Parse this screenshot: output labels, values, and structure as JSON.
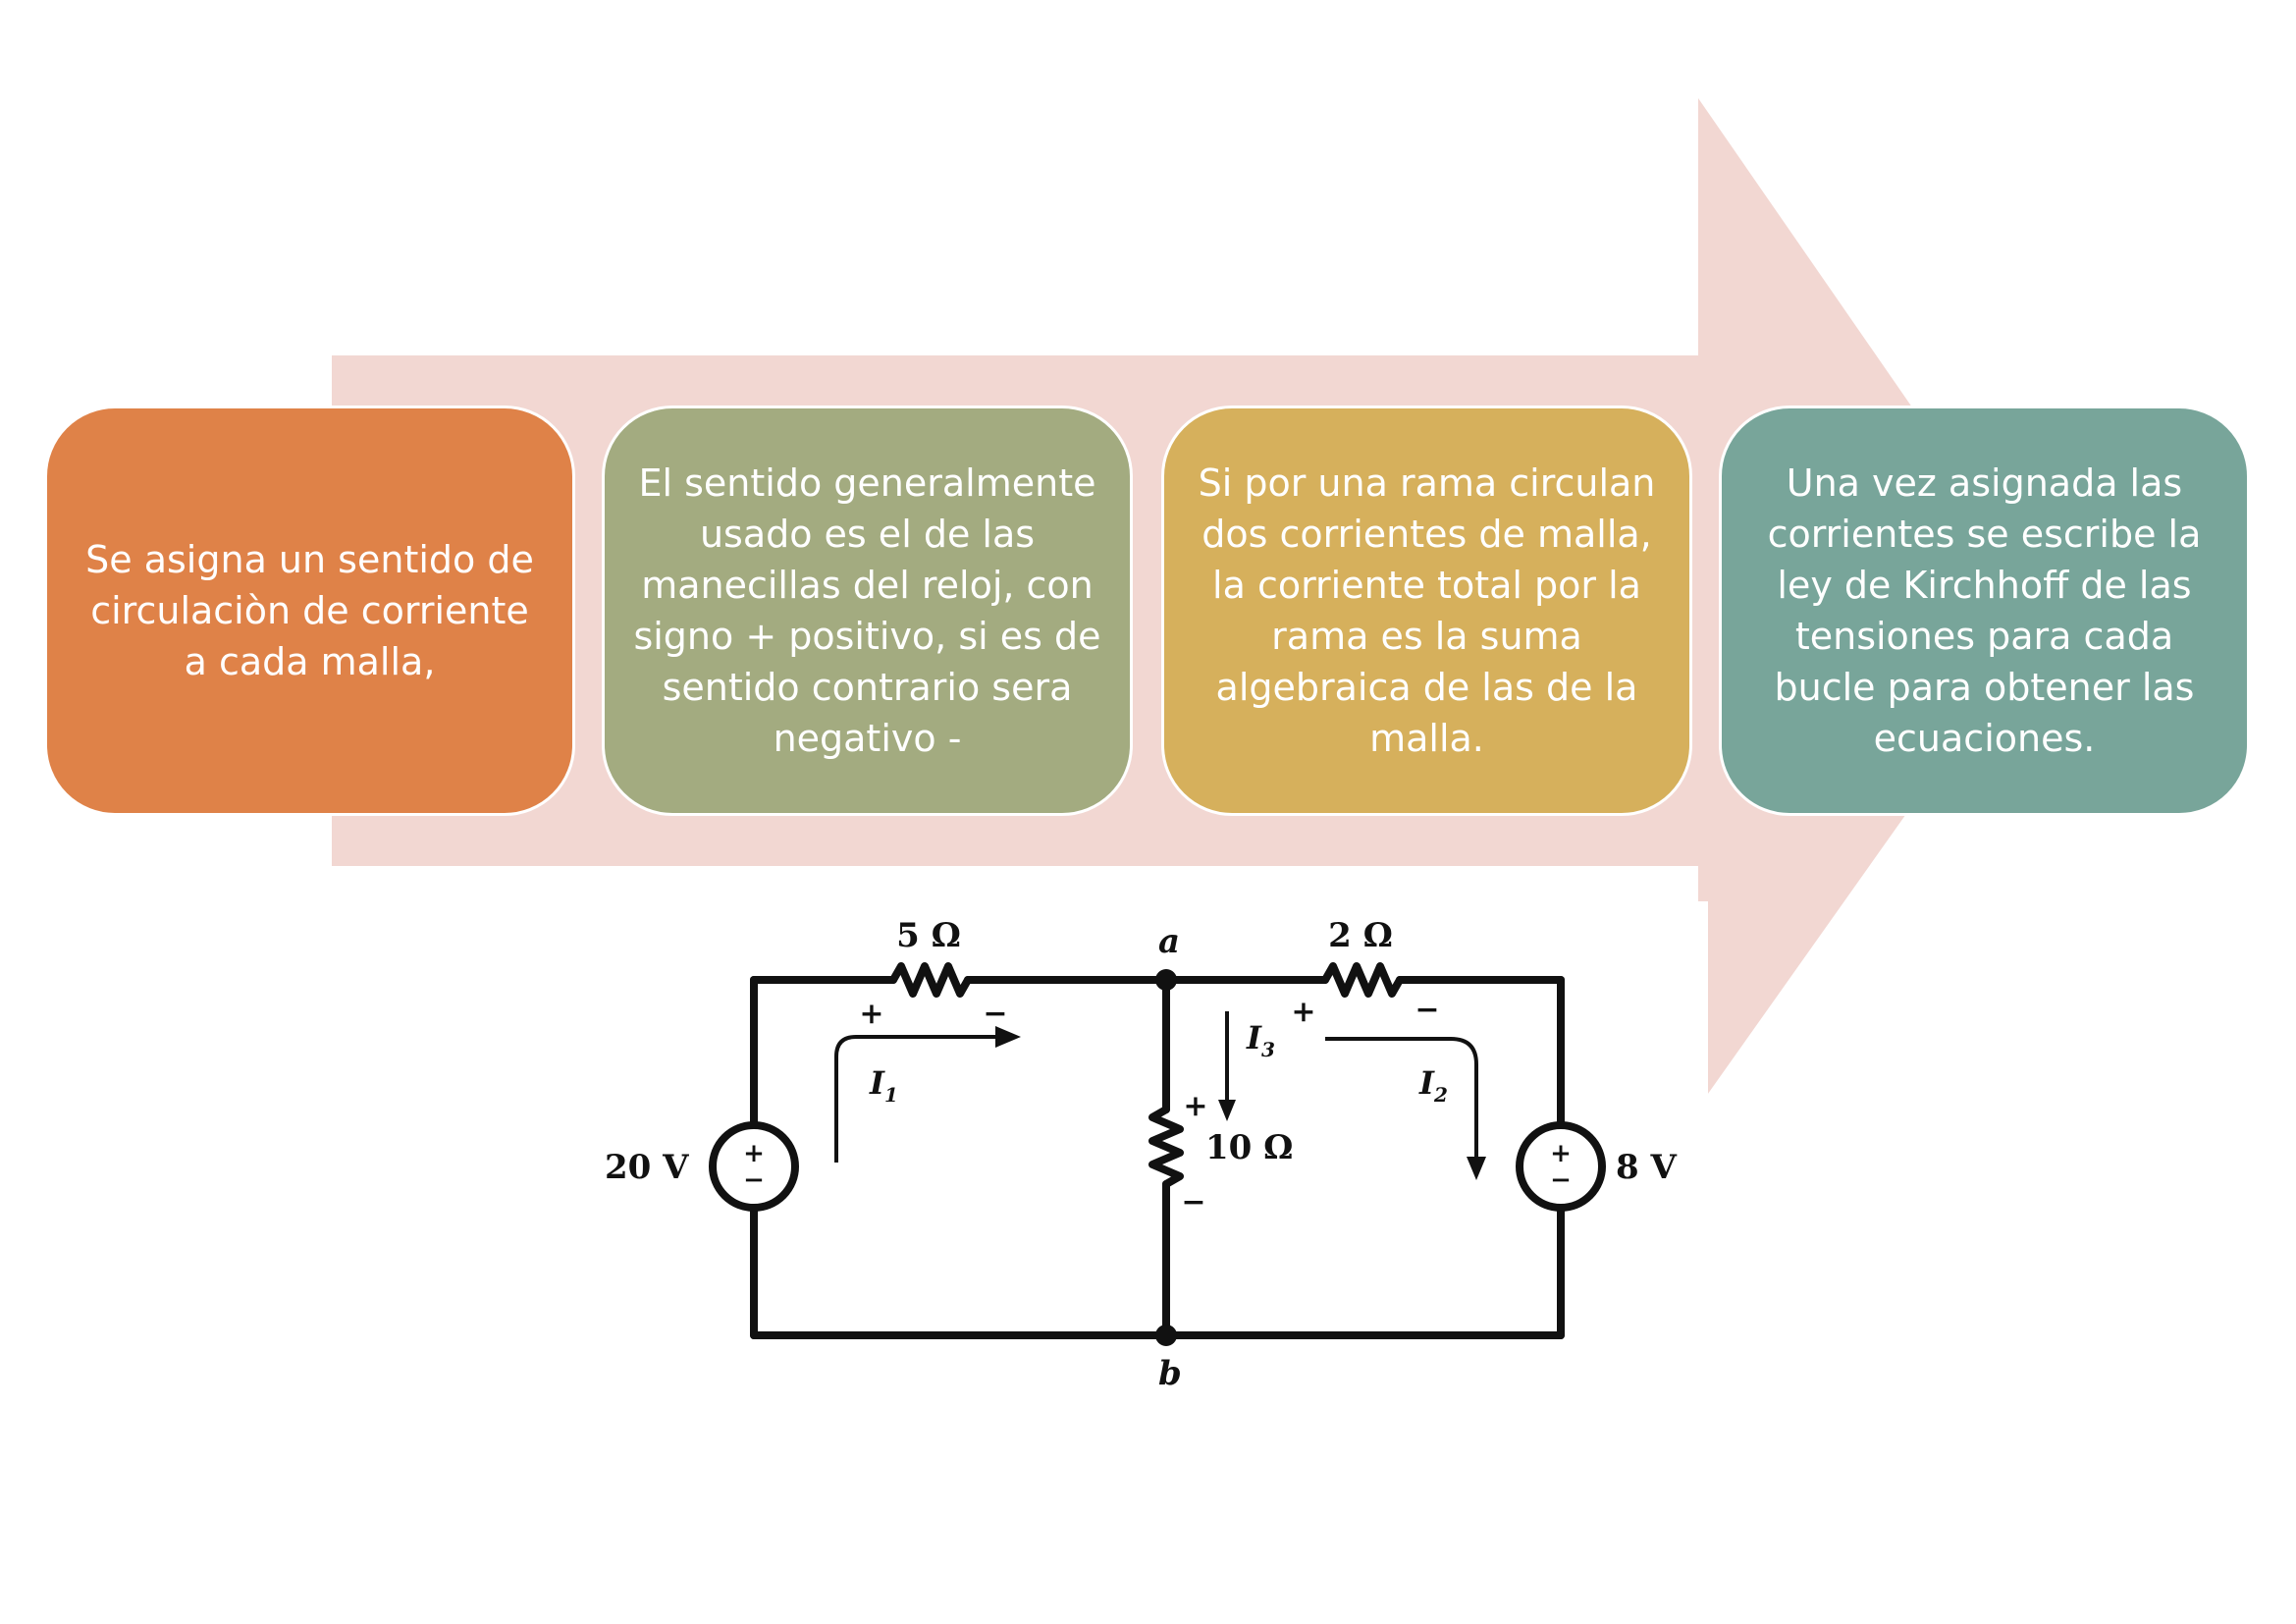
{
  "steps": [
    {
      "text": "Se asigna un sentido de circulaciòn de corriente a cada malla,",
      "color": "#DF8248"
    },
    {
      "text": "El sentido generalmente usado es el de las manecillas del reloj, con signo + positivo, si es de sentido contrario sera negativo -",
      "color": "#A3AB80"
    },
    {
      "text": "Si por una rama circulan dos corrientes de malla, la corriente total por la rama es la suma algebraica de las de la malla.",
      "color": "#D6B05C"
    },
    {
      "text": "Una vez asignada las corrientes se escribe la ley de Kirchhoff de las tensiones para cada bucle para obtener las ecuaciones.",
      "color": "#78A59A"
    }
  ],
  "arrow_color": "#F2D7D2",
  "circuit": {
    "resistor_left": "5 Ω",
    "resistor_right": "2 Ω",
    "resistor_middle": "10 Ω",
    "source_left": "20 V",
    "source_right": "8 V",
    "node_top": "a",
    "node_bottom": "b",
    "current_1": "I",
    "current_1_sub": "1",
    "current_2": "I",
    "current_2_sub": "2",
    "current_3": "I",
    "current_3_sub": "3",
    "plus": "+",
    "minus": "−"
  }
}
